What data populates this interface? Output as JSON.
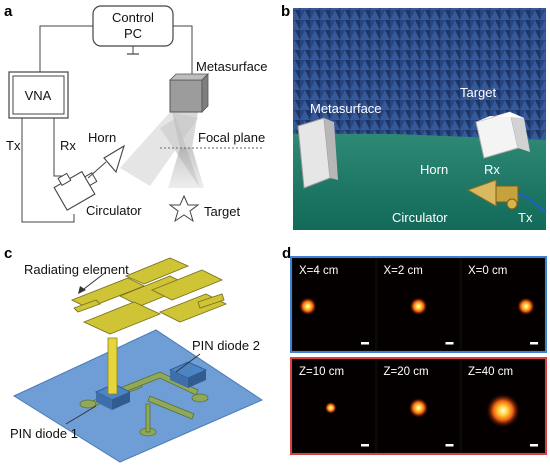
{
  "panel_a": {
    "panel_label": "a",
    "control_line1": "Control",
    "control_line2": "PC",
    "vna": "VNA",
    "metasurface": "Metasurface",
    "tx": "Tx",
    "rx": "Rx",
    "horn": "Horn",
    "focal_plane": "Focal plane",
    "circulator": "Circulator",
    "target": "Target"
  },
  "panel_b": {
    "panel_label": "b",
    "metasurface": "Metasurface",
    "target": "Target",
    "horn": "Horn",
    "rx": "Rx",
    "circulator": "Circulator",
    "tx": "Tx"
  },
  "panel_c": {
    "panel_label": "c",
    "radiating_element": "Radiating element",
    "pin_diode_2": "PIN diode 2",
    "pin_diode_1": "PIN diode 1"
  },
  "panel_d": {
    "panel_label": "d",
    "x_tiles": [
      {
        "label": "X=4 cm",
        "spot": "left-small"
      },
      {
        "label": "X=2 cm",
        "spot": "center-small"
      },
      {
        "label": "X=0 cm",
        "spot": "right-small"
      }
    ],
    "z_tiles": [
      {
        "label": "Z=10 cm",
        "spot": "tiny"
      },
      {
        "label": "Z=20 cm",
        "spot": "medium"
      },
      {
        "label": "Z=40 cm",
        "spot": "large"
      }
    ],
    "x_border_color": "#3f7fd6",
    "z_border_color": "#d94141"
  }
}
